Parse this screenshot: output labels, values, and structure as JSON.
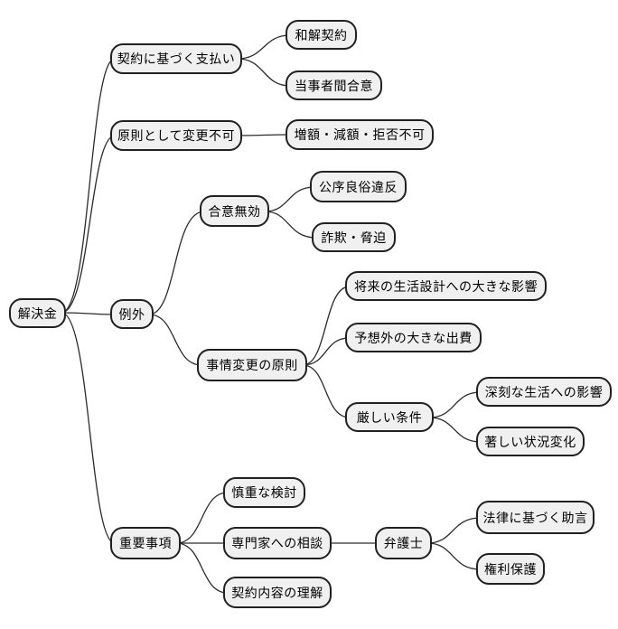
{
  "diagram": {
    "type": "mindmap",
    "colors": {
      "background": "#ffffff",
      "node_fill": "#f0f0f0",
      "node_border": "#212121",
      "connector": "#2b2b2b",
      "text": "#000000"
    }
  },
  "mindmap": {
    "root": {
      "label": "解決金",
      "children": [
        {
          "label": "契約に基づく支払い",
          "children": [
            {
              "label": "和解契約"
            },
            {
              "label": "当事者間合意"
            }
          ]
        },
        {
          "label": "原則として変更不可",
          "children": [
            {
              "label": "増額・減額・拒否不可"
            }
          ]
        },
        {
          "label": "例外",
          "children": [
            {
              "label": "合意無効",
              "children": [
                {
                  "label": "公序良俗違反"
                },
                {
                  "label": "詐欺・脅迫"
                }
              ]
            },
            {
              "label": "事情変更の原則",
              "children": [
                {
                  "label": "将来の生活設計への大きな影響"
                },
                {
                  "label": "予想外の大きな出費"
                },
                {
                  "label": "厳しい条件",
                  "children": [
                    {
                      "label": "深刻な生活への影響"
                    },
                    {
                      "label": "著しい状況変化"
                    }
                  ]
                }
              ]
            }
          ]
        },
        {
          "label": "重要事項",
          "children": [
            {
              "label": "慎重な検討"
            },
            {
              "label": "専門家への相談",
              "children": [
                {
                  "label": "弁護士",
                  "children": [
                    {
                      "label": "法律に基づく助言"
                    },
                    {
                      "label": "権利保護"
                    }
                  ]
                }
              ]
            },
            {
              "label": "契約内容の理解"
            }
          ]
        }
      ]
    }
  }
}
